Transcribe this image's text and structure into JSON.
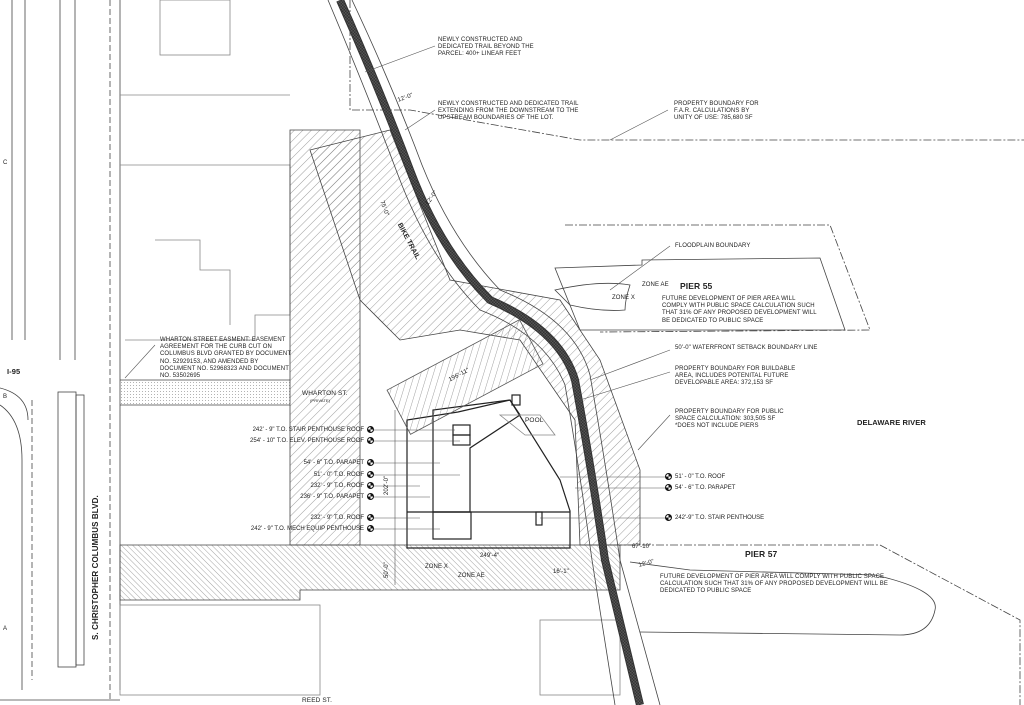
{
  "grid_letters": [
    "C",
    "B",
    "A"
  ],
  "roads": {
    "columbus": "S. CHRISTOPHER COLUMBUS BLVD.",
    "i95": "I-95",
    "wharton": "WHARTON ST.",
    "wharton_sub": "(PRIVATE)",
    "reed": "REED ST.",
    "bike_trail": "BIKE TRAIL"
  },
  "notes": {
    "trail_beyond": "NEWLY CONSTRUCTED AND\nDEDICATED TRAIL BEYOND THE\nPARCEL: 400+ LINEAR FEET",
    "trail_extending": "NEWLY CONSTRUCTED AND DEDICATED TRAIL\nEXTENDING FROM THE DOWNSTREAM TO THE\nUPSTREAM BOUNDARIES OF THE LOT.",
    "far_boundary": "PROPERTY BOUNDARY FOR\nF.A.R. CALCULATIONS BY\nUNITY OF USE: 785,680 SF",
    "floodplain": "FLOODPLAIN BOUNDARY",
    "setback": "50'-0\" WATERFRONT SETBACK BOUNDARY LINE",
    "buildable": "PROPERTY BOUNDARY FOR BUILDABLE\nAREA, INCLUDES POTENITAL FUTURE\nDEVELOPABLE AREA: 372,153 SF",
    "public_space": "PROPERTY BOUNDARY FOR PUBLIC\nSPACE CALCULATION: 303,505 SF\n*DOES NOT INCLUDE PIERS",
    "easement": "WHARTON STREET EASMENT: EASEMENT\nAGREEMENT FOR THE CURB CUT ON\nCOLUMBUS BLVD GRANTED BY DOCUMENT\nNO. 52929153, AND AMENDED BY\nDOCUMENT NO. 52968323 AND DOCUMENT\nNO. 53502695"
  },
  "piers": {
    "pier55_title": "PIER 55",
    "pier55_note": "FUTURE DEVELOPMENT OF PIER AREA WILL\nCOMPLY WITH PUBLIC SPACE CALCULATION SUCH\nTHAT 31% OF ANY PROPOSED DEVELOPMENT WILL\nBE DEDICATED TO PUBLIC SPACE",
    "pier57_title": "PIER 57",
    "pier57_note": "FUTURE DEVELOPMENT OF PIER AREA WILL COMPLY WITH PUBLIC SPACE\nCALCULATION SUCH THAT 31% OF ANY PROPOSED DEVELOPMENT WILL BE\nDEDICATED TO PUBLIC SPACE",
    "river": "DELAWARE RIVER"
  },
  "zones": {
    "zone_ae_1": "ZONE AE",
    "zone_x_1": "ZONE X",
    "zone_x_2": "ZONE X",
    "zone_ae_2": "ZONE AE",
    "pool": "POOL"
  },
  "dimensions": {
    "d1": "12'-0\"",
    "d2": "12'-0\"",
    "d3": "75'-0\"",
    "d4": "196'-11\"",
    "d5": "202'-0\"",
    "d6": "249'-4\"",
    "d7": "50'-0\"",
    "d8": "16'-1\"",
    "d9": "67'-10\"",
    "d10": "12'-0\""
  },
  "elevations_left": [
    "242' - 9\" T.O. STAIR PENTHOUSE ROOF",
    "254' - 10\" T.O. ELEV. PENTHOUSE ROOF",
    "54' - 6\" T.O. PARAPET",
    "51' - 0\" T.O. ROOF",
    "232' - 9\" T.O. ROOF",
    "236' - 9\" T.O. PARAPET",
    "232' - 9\" T.O. ROOF",
    "242' - 9\" T.O.  MECH EQUIP PENTHOUSE"
  ],
  "elevations_right": [
    "51' - 0\" T.O. ROOF",
    "54' - 6\" T.O. PARAPET",
    "242'-9\" T.O. STAIR PENTHOUSE"
  ]
}
